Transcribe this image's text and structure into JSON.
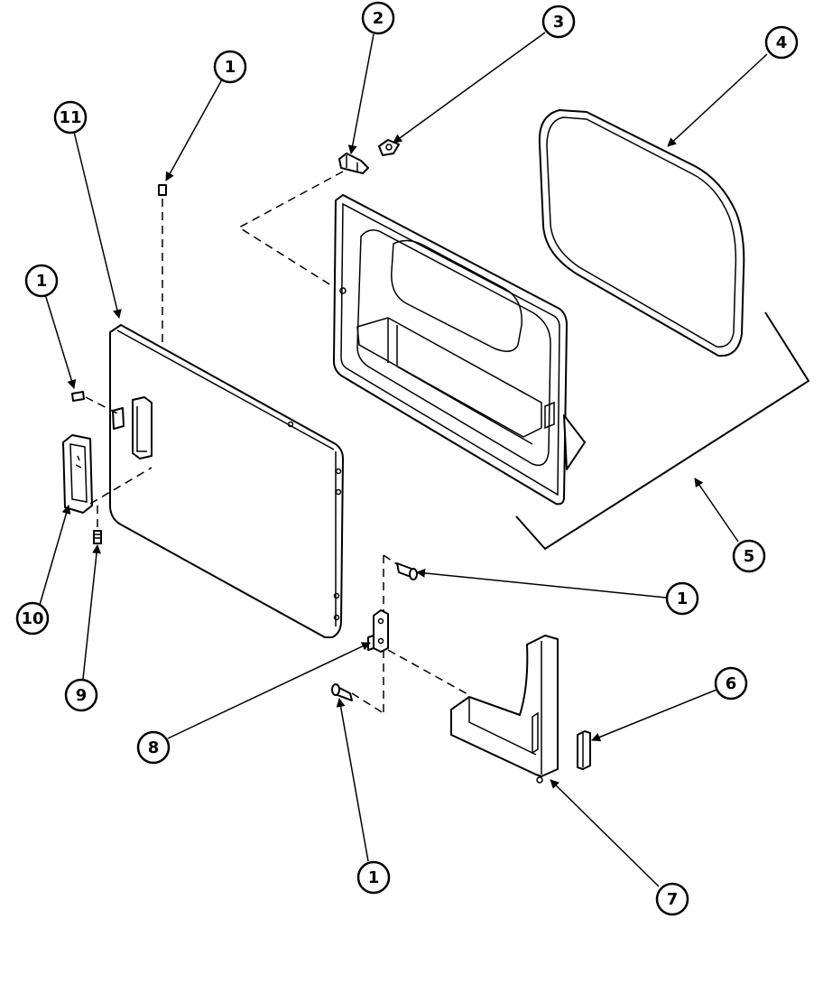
{
  "callouts": [
    {
      "id": "c2",
      "label": "2"
    },
    {
      "id": "c3",
      "label": "3"
    },
    {
      "id": "c4",
      "label": "4"
    },
    {
      "id": "c1a",
      "label": "1"
    },
    {
      "id": "c11",
      "label": "11"
    },
    {
      "id": "c1b",
      "label": "1"
    },
    {
      "id": "c10",
      "label": "10"
    },
    {
      "id": "c9",
      "label": "9"
    },
    {
      "id": "c5",
      "label": "5"
    },
    {
      "id": "c1c",
      "label": "1"
    },
    {
      "id": "c6",
      "label": "6"
    },
    {
      "id": "c8",
      "label": "8"
    },
    {
      "id": "c1d",
      "label": "1"
    },
    {
      "id": "c7",
      "label": "7"
    }
  ]
}
